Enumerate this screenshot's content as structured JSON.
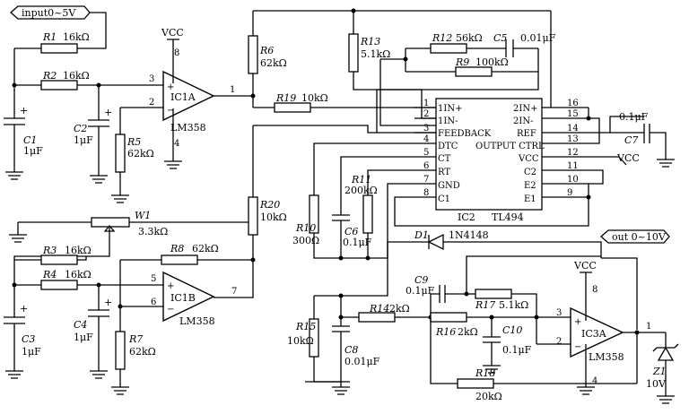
{
  "ports": {
    "input": "input0~5V",
    "output": "out 0~10V"
  },
  "supply": {
    "vcc": "VCC"
  },
  "resistors": {
    "R1": "R1",
    "R1v": "16kΩ",
    "R2": "R2",
    "R2v": "16kΩ",
    "R3": "R3",
    "R3v": "16kΩ",
    "R4": "R4",
    "R4v": "16kΩ",
    "R5": "R5",
    "R5v": "62kΩ",
    "R6": "R6",
    "R6v": "62kΩ",
    "R7": "R7",
    "R7v": "62kΩ",
    "R8": "R8",
    "R8v": "62kΩ",
    "R9": "R9",
    "R9v": "100kΩ",
    "R10": "R10",
    "R10v": "300Ω",
    "R11": "R11",
    "R11v": "200kΩ",
    "R12": "R12",
    "R12v": "56kΩ",
    "R13": "R13",
    "R13v": "5.1kΩ",
    "R14": "R14",
    "R14v": "2kΩ",
    "R15": "R15",
    "R15v": "10kΩ",
    "R16": "R16",
    "R16v": "2kΩ",
    "R17": "R17",
    "R17v": "5.1kΩ",
    "R18": "R18",
    "R18v": "20kΩ",
    "R19": "R19",
    "R19v": "10kΩ",
    "R20": "R20",
    "R20v": "10kΩ"
  },
  "capacitors": {
    "C1": "C1",
    "C1v": "1μF",
    "C2": "C2",
    "C2v": "1μF",
    "C3": "C3",
    "C3v": "1μF",
    "C4": "C4",
    "C4v": "1μF",
    "C5": "C5",
    "C5v": "0.01μF",
    "C6": "C6",
    "C6v": "0.1μF",
    "C7": "C7",
    "C7v": "0.1μF",
    "C8": "C8",
    "C8v": "0.01μF",
    "C9": "C9",
    "C9v": "0.1μF",
    "C10": "C10",
    "C10v": "0.1μF"
  },
  "pot": {
    "name": "W1",
    "value": "3.3kΩ"
  },
  "diode": {
    "name": "D1",
    "part": "1N4148"
  },
  "zener": {
    "name": "Z1",
    "value": "10V"
  },
  "amps": {
    "a": {
      "name": "IC1A",
      "part": "LM358",
      "in_pos": "3",
      "in_neg": "2",
      "out": "1",
      "top": "8",
      "bottom": "4"
    },
    "b": {
      "name": "IC1B",
      "part": "LM358",
      "in_pos": "5",
      "in_neg": "6",
      "out": "7"
    },
    "c": {
      "name": "IC3A",
      "part": "LM358",
      "in_pos": "3",
      "in_neg": "2",
      "out": "1",
      "top": "8",
      "bottom": "4"
    }
  },
  "tl494": {
    "name": "IC2",
    "part": "TL494",
    "left": [
      {
        "num": "1",
        "label": "1IN+"
      },
      {
        "num": "2",
        "label": "1IN-"
      },
      {
        "num": "3",
        "label": "FEEDBACK"
      },
      {
        "num": "4",
        "label": "DTC"
      },
      {
        "num": "5",
        "label": "CT"
      },
      {
        "num": "6",
        "label": "RT"
      },
      {
        "num": "7",
        "label": "GND"
      },
      {
        "num": "8",
        "label": "C1"
      }
    ],
    "right": [
      {
        "num": "16",
        "label": "2IN+"
      },
      {
        "num": "15",
        "label": "2IN-"
      },
      {
        "num": "14",
        "label": "REF"
      },
      {
        "num": "13",
        "label": "OUTPUT CTRL"
      },
      {
        "num": "12",
        "label": "VCC"
      },
      {
        "num": "11",
        "label": "C2"
      },
      {
        "num": "10",
        "label": "E2"
      },
      {
        "num": "9",
        "label": "E1"
      }
    ]
  }
}
